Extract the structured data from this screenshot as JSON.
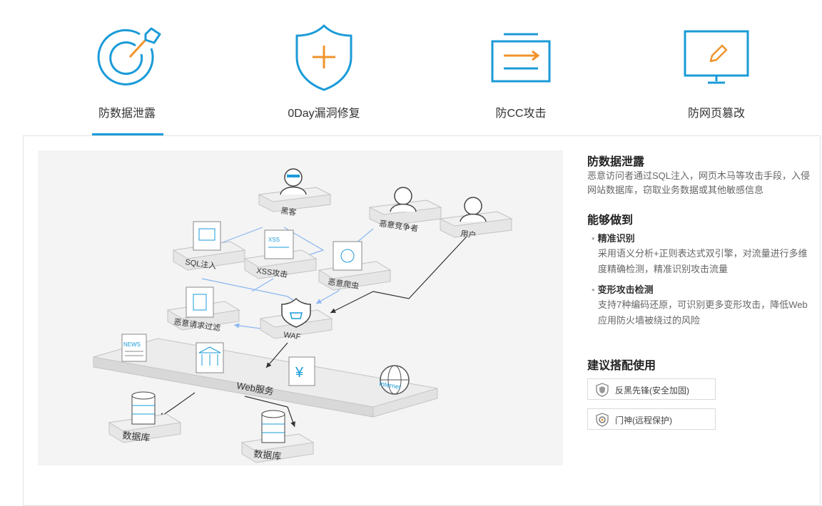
{
  "tabs": [
    {
      "label": "防数据泄露",
      "icon": "target-icon",
      "active": true
    },
    {
      "label": "0Day漏洞修复",
      "icon": "shield-plus-icon",
      "active": false
    },
    {
      "label": "防CC攻击",
      "icon": "arrow-box-icon",
      "active": false
    },
    {
      "label": "防网页篡改",
      "icon": "monitor-edit-icon",
      "active": false
    }
  ],
  "colors": {
    "accent": "#1a9bd8",
    "orange": "#f0932b",
    "arrow": "#8ab6f0"
  },
  "diagram": {
    "hacker": "黑客",
    "competitor": "恶意竞争者",
    "user": "用户",
    "sql": "SQL注入",
    "xss": "XSS攻击",
    "crawler": "恶意爬虫",
    "filter": "恶意请求过滤",
    "waf": "WAF",
    "web": "Web服务",
    "internet": "Internet",
    "news": "NEWS",
    "xss_tag": "XSS",
    "yen": "¥",
    "db1": "数据库",
    "db2": "数据库"
  },
  "info": {
    "title": "防数据泄露",
    "description": "恶意访问者通过SQL注入，网页木马等攻击手段，入侵网站数据库，窃取业务数据或其他敏感信息",
    "can_do": "能够做到",
    "features": [
      {
        "title": "精准识别",
        "desc": "采用语义分析+正则表达式双引擎，对流量进行多维度精确检测，精准识别攻击流量"
      },
      {
        "title": "变形攻击检测",
        "desc": "支持7种编码还原，可识别更多变形攻击，降低Web应用防火墙被绕过的风险"
      }
    ],
    "suggest": "建议搭配使用",
    "services": [
      {
        "label": "反黑先锋(安全加固)",
        "icon": "shield-badge-icon"
      },
      {
        "label": "门神(远程保护)",
        "icon": "guardian-badge-icon"
      }
    ]
  }
}
